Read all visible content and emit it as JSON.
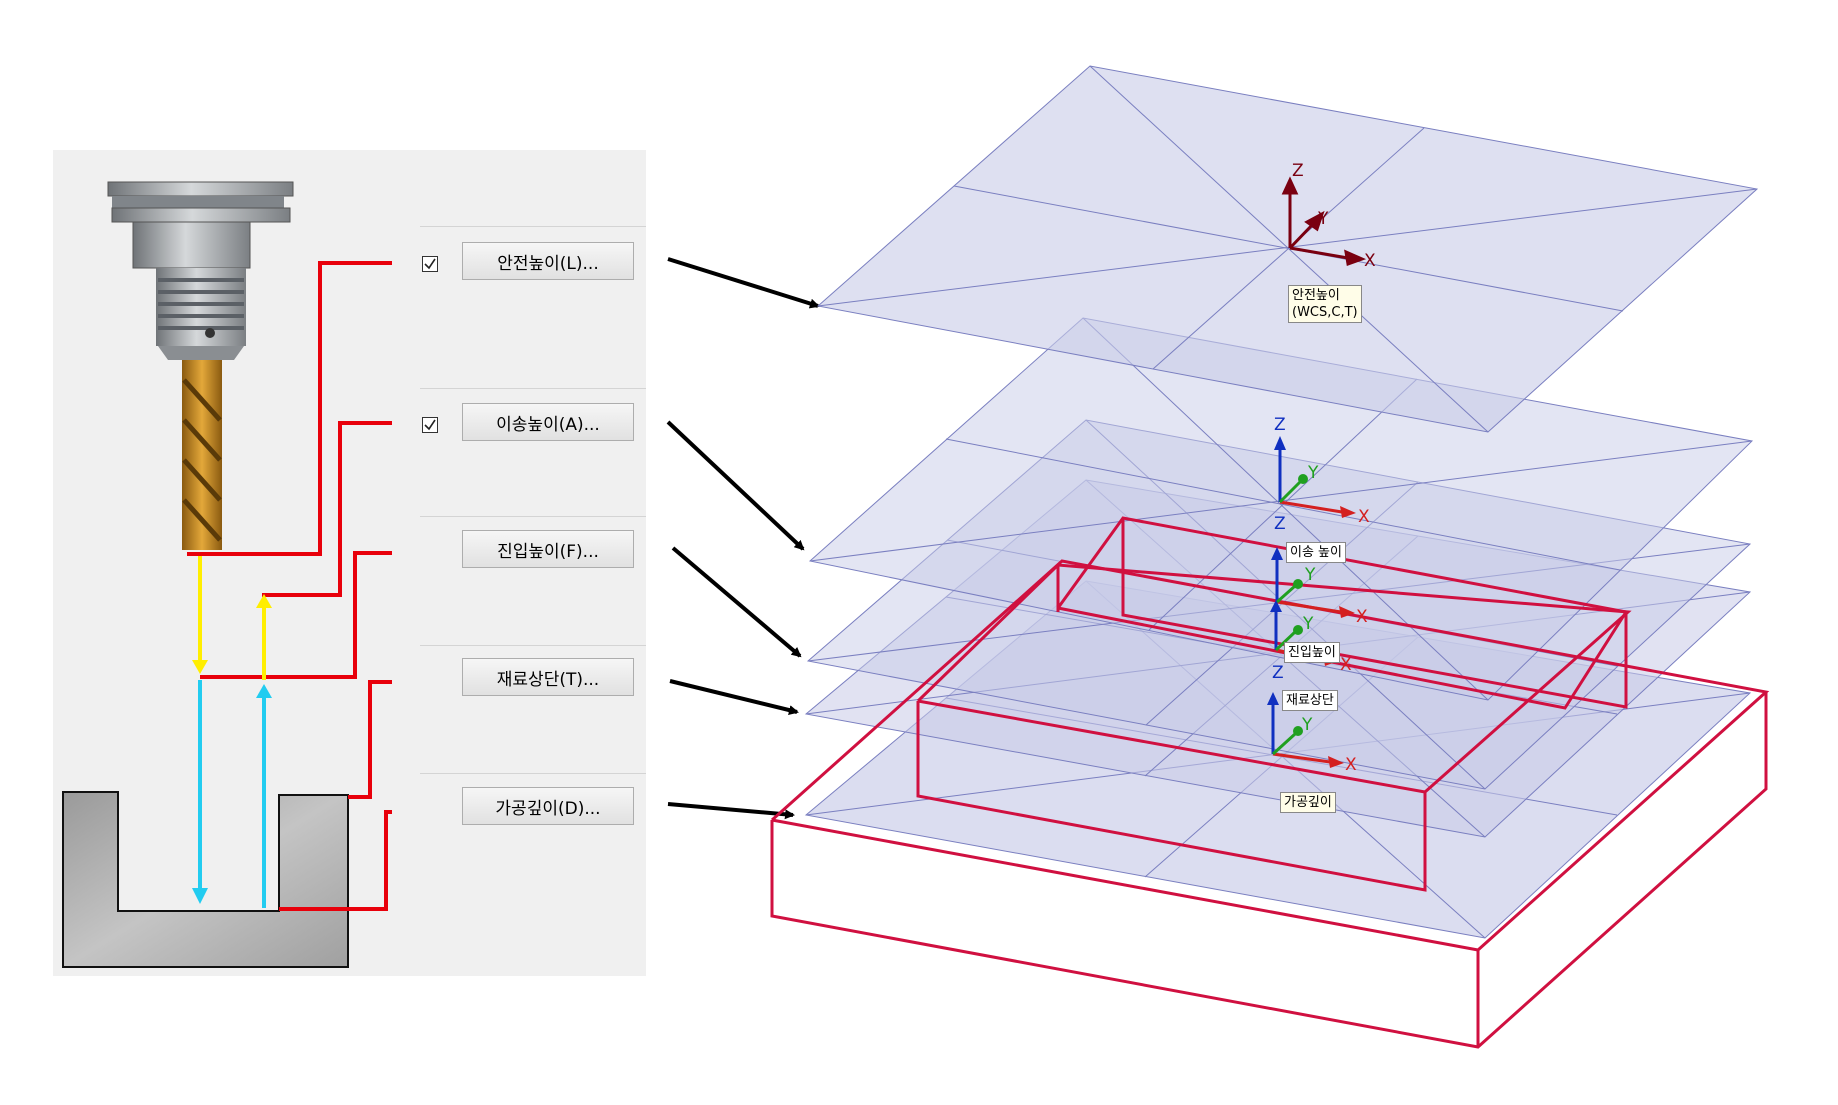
{
  "dialog": {
    "rows": [
      {
        "label": "안전높이(L)...",
        "checked": true
      },
      {
        "label": "이송높이(A)...",
        "checked": true
      },
      {
        "label": "진입높이(F)...",
        "checked": false
      },
      {
        "label": "재료상단(T)...",
        "checked": false
      },
      {
        "label": "가공깊이(D)...",
        "checked": false
      }
    ]
  },
  "viewport": {
    "plane_labels": {
      "safety": "안전높이\n(WCS,C,T)",
      "feed": "이송 높이",
      "approach": "진입높이",
      "stock_top": "재료상단",
      "depth": "가공깊이"
    },
    "axis_labels": {
      "x": "X",
      "y": "Y",
      "z": "Z"
    }
  },
  "colors": {
    "red_link": "#e8000b",
    "yellow_move": "#ffee00",
    "cyan_move": "#22ccf0",
    "plane_fill": "#c8cbe8",
    "plane_edge": "#7a7fc0",
    "stock_edge": "#d01040",
    "axis_x": "#d42020",
    "axis_y": "#20a020",
    "axis_z": "#1030c0",
    "wcs_axis": "#7a0010"
  }
}
